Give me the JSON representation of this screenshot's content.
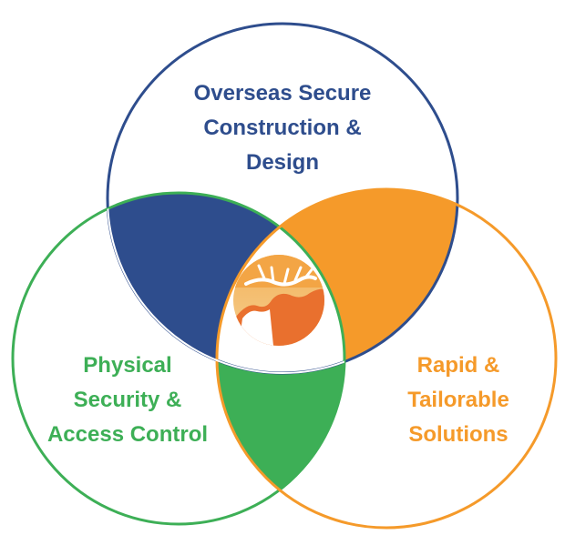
{
  "diagram": {
    "type": "venn",
    "colors": {
      "blue": "#2e4d8d",
      "orange": "#f59a2a",
      "green": "#3daf56",
      "logo_sky": "#f6a43a",
      "logo_land": "#e9702e",
      "background": "#ffffff"
    },
    "circles": [
      {
        "lines": [
          "Overseas Secure",
          "Construction &",
          "Design"
        ],
        "color": "#2e4d8d"
      },
      {
        "lines": [
          "Physical",
          "Security &",
          "Access Control"
        ],
        "color": "#3daf56"
      },
      {
        "lines": [
          "Rapid &",
          "Tailorable",
          "Solutions"
        ],
        "color": "#f59a2a"
      }
    ],
    "center_icon": "moose-sunset-logo-icon"
  }
}
